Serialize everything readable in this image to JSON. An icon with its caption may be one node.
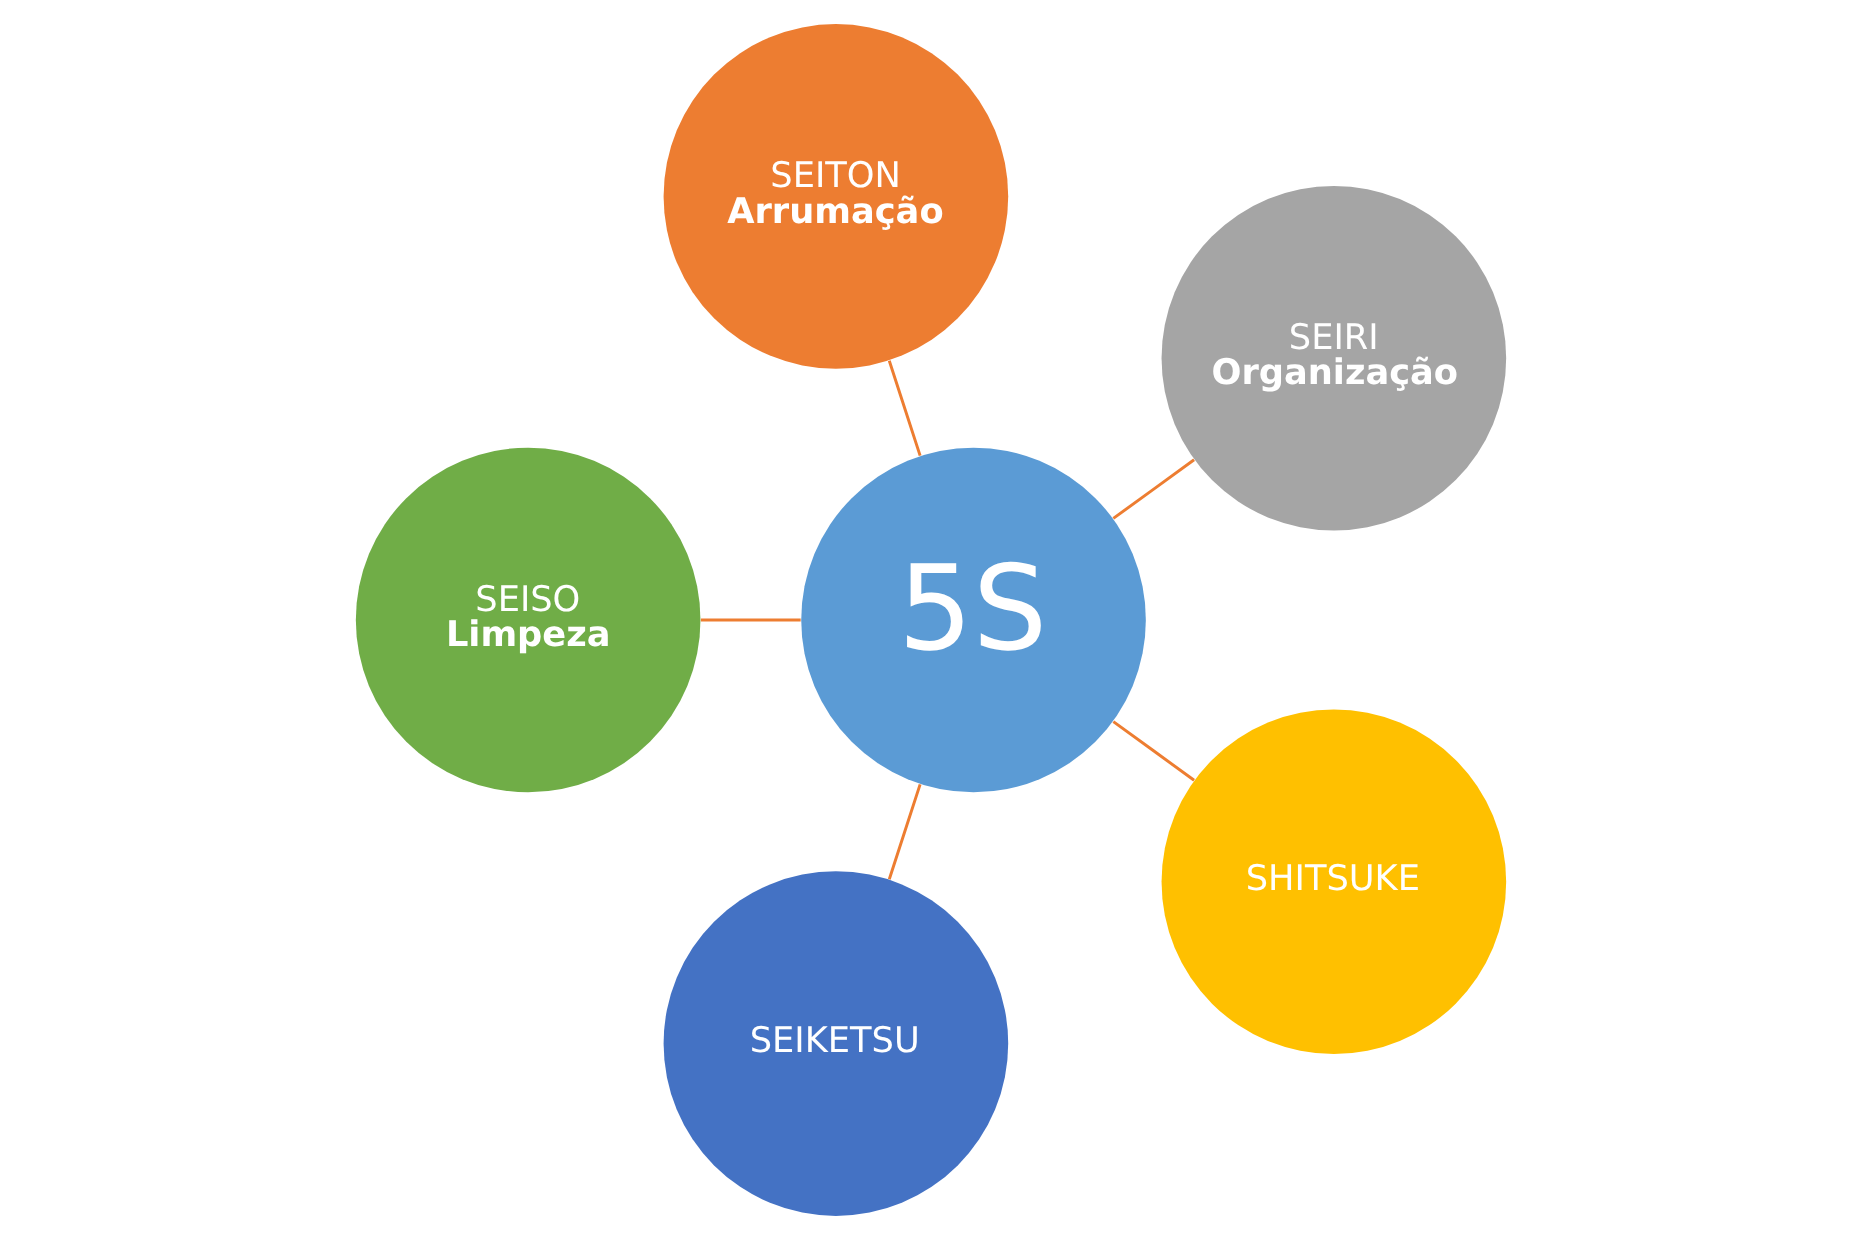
{
  "diagram": {
    "nodes": [
      {
        "text": [
          "SEITON",
          "Arrumação"
        ]
      },
      {
        "text": [
          "SEISO",
          "Limpeza"
        ]
      },
      {
        "text": [
          "SEIRI",
          "Organização"
        ]
      },
      {
        "text": [
          "5S"
        ]
      },
      {
        "text": [
          "SEIKETSU"
        ]
      },
      {
        "text": [
          "SHITSUKE"
        ]
      }
    ],
    "edges": [
      {
        "from": 3,
        "to": 0,
        "arrow": "none"
      },
      {
        "from": 3,
        "to": 2,
        "arrow": "none"
      },
      {
        "from": 3,
        "to": 5,
        "arrow": "none"
      },
      {
        "from": 3,
        "to": 4,
        "arrow": "none"
      },
      {
        "from": 3,
        "to": 1,
        "arrow": "none"
      }
    ]
  }
}
